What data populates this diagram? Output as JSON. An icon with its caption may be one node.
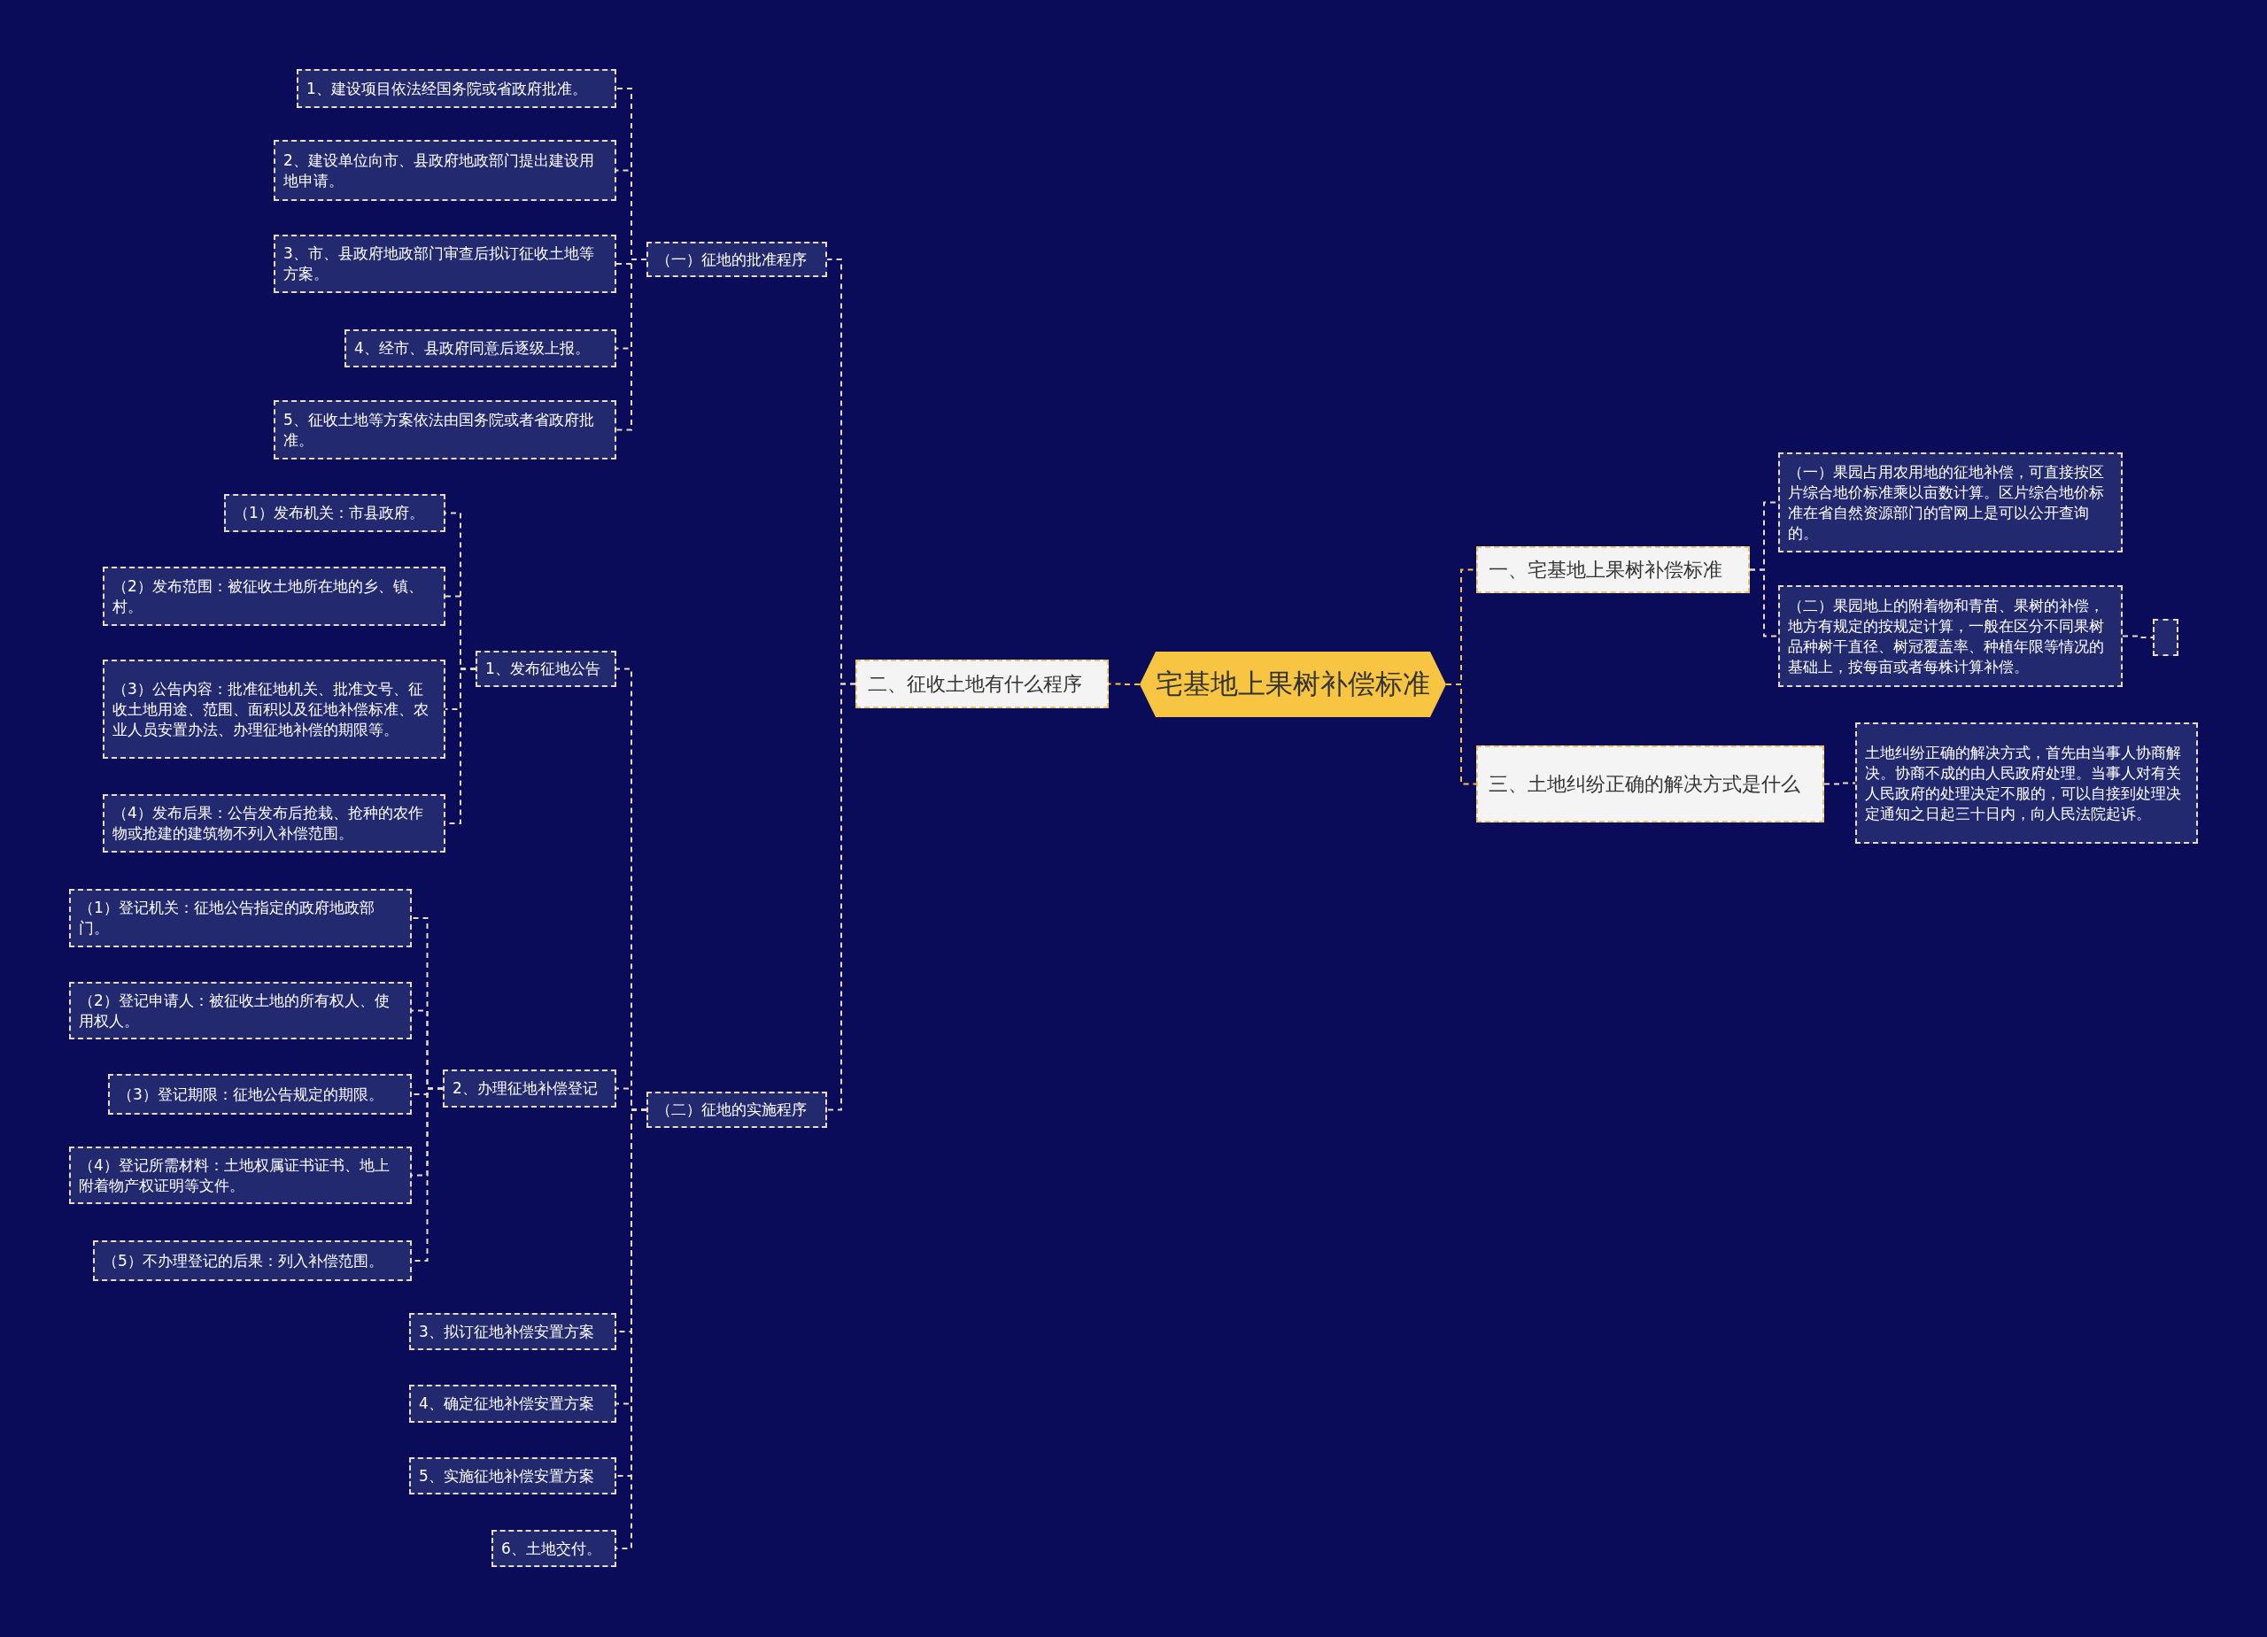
{
  "diagram": {
    "nodes": [
      {
        "text": [
          "宅基地上果树补偿标准"
        ]
      },
      {
        "text": [
          "一、宅基地上果树补偿标准"
        ]
      },
      {
        "text": [
          "（一）果园占用农用地的征地补偿，可直接按区片综合地价标准乘以亩数计算。区片综合地价标准在省自然资源部门的官网上是可以公开查询的。"
        ]
      },
      {
        "text": [
          "（二）果园地上的附着物和青苗、果树的补偿，地方有规定的按规定计算，一般在区分不同果树品种树干直径、树冠覆盖率、种植年限等情况的基础上，按每亩或者每株计算补偿。"
        ]
      },
      {
        "text": [],
        "shape": "box"
      },
      {
        "text": [
          "三、土地纠纷正确的解决方式是什么"
        ]
      },
      {
        "text": [
          "土地纠纷正确的解决方式，首先由当事人协商解决。协商不成的由人民政府处理。当事人对有关人民政府的处理决定不服的，可以自接到处理决定通知之日起三十日内，向人民法院起诉。"
        ]
      },
      {
        "text": [
          "二、征收土地有什么程序"
        ]
      },
      {
        "text": [
          "（一）征地的批准程序"
        ]
      },
      {
        "text": [
          "1、建设项目依法经国务院或省政府批准。"
        ]
      },
      {
        "text": [
          "2、建设单位向市、县政府地政部门提出建设用地申请。"
        ]
      },
      {
        "text": [
          "3、市、县政府地政部门审查后拟订征收土地等方案。"
        ]
      },
      {
        "text": [
          "4、经市、县政府同意后逐级上报。"
        ]
      },
      {
        "text": [
          "5、征收土地等方案依法由国务院或者省政府批准。"
        ]
      },
      {
        "text": [
          "（二）征地的实施程序"
        ]
      },
      {
        "text": [
          "1、发布征地公告"
        ]
      },
      {
        "text": [
          "（1）发布机关：市县政府。"
        ]
      },
      {
        "text": [
          "（2）发布范围：被征收土地所在地的乡、镇、村。"
        ]
      },
      {
        "text": [
          "（3）公告内容：批准征地机关、批准文号、征收土地用途、范围、面积以及征地补偿标准、农业人员安置办法、办理征地补偿的期限等。"
        ]
      },
      {
        "text": [
          "（4）发布后果：公告发布后抢栽、抢种的农作物或抢建的建筑物不列入补偿范围。"
        ]
      },
      {
        "text": [
          "2、办理征地补偿登记"
        ]
      },
      {
        "text": [
          "（1）登记机关：征地公告指定的政府地政部门。"
        ]
      },
      {
        "text": [
          "（2）登记申请人：被征收土地的所有权人、使用权人。"
        ]
      },
      {
        "text": [
          "（3）登记期限：征地公告规定的期限。"
        ]
      },
      {
        "text": [
          "（4）登记所需材料：土地权属证书证书、地上附着物产权证明等文件。"
        ]
      },
      {
        "text": [
          "（5）不办理登记的后果：列入补偿范围。"
        ]
      },
      {
        "text": [
          "3、拟订征地补偿安置方案"
        ]
      },
      {
        "text": [
          "4、确定征地补偿安置方案"
        ]
      },
      {
        "text": [
          "5、实施征地补偿安置方案"
        ]
      },
      {
        "text": [
          "6、土地交付。"
        ]
      }
    ],
    "edges": [
      {
        "from": 0,
        "to": 1,
        "arrow": "none",
        "color": "#f5c242"
      },
      {
        "from": 1,
        "to": 2,
        "arrow": "none"
      },
      {
        "from": 1,
        "to": 3,
        "arrow": "none"
      },
      {
        "from": 3,
        "to": 4,
        "arrow": "none"
      },
      {
        "from": 0,
        "to": 5,
        "arrow": "none",
        "color": "#f5c242"
      },
      {
        "from": 5,
        "to": 6,
        "arrow": "none"
      },
      {
        "from": 0,
        "to": 7,
        "arrow": "none",
        "color": "#f5c242"
      },
      {
        "from": 7,
        "to": 8,
        "arrow": "none"
      },
      {
        "from": 8,
        "to": 9,
        "arrow": "none"
      },
      {
        "from": 8,
        "to": 10,
        "arrow": "none"
      },
      {
        "from": 8,
        "to": 11,
        "arrow": "none"
      },
      {
        "from": 8,
        "to": 12,
        "arrow": "none"
      },
      {
        "from": 8,
        "to": 13,
        "arrow": "none"
      },
      {
        "from": 7,
        "to": 14,
        "arrow": "none"
      },
      {
        "from": 14,
        "to": 15,
        "arrow": "none"
      },
      {
        "from": 15,
        "to": 16,
        "arrow": "none"
      },
      {
        "from": 15,
        "to": 17,
        "arrow": "none"
      },
      {
        "from": 15,
        "to": 18,
        "arrow": "none"
      },
      {
        "from": 15,
        "to": 19,
        "arrow": "none"
      },
      {
        "from": 14,
        "to": 20,
        "arrow": "none"
      },
      {
        "from": 20,
        "to": 21,
        "arrow": "none"
      },
      {
        "from": 20,
        "to": 22,
        "arrow": "none"
      },
      {
        "from": 20,
        "to": 23,
        "arrow": "none"
      },
      {
        "from": 20,
        "to": 24,
        "arrow": "none"
      },
      {
        "from": 20,
        "to": 25,
        "arrow": "none"
      },
      {
        "from": 14,
        "to": 26,
        "arrow": "none"
      },
      {
        "from": 14,
        "to": 27,
        "arrow": "none"
      },
      {
        "from": 14,
        "to": 28,
        "arrow": "none"
      },
      {
        "from": 14,
        "to": 29,
        "arrow": "none"
      }
    ]
  }
}
